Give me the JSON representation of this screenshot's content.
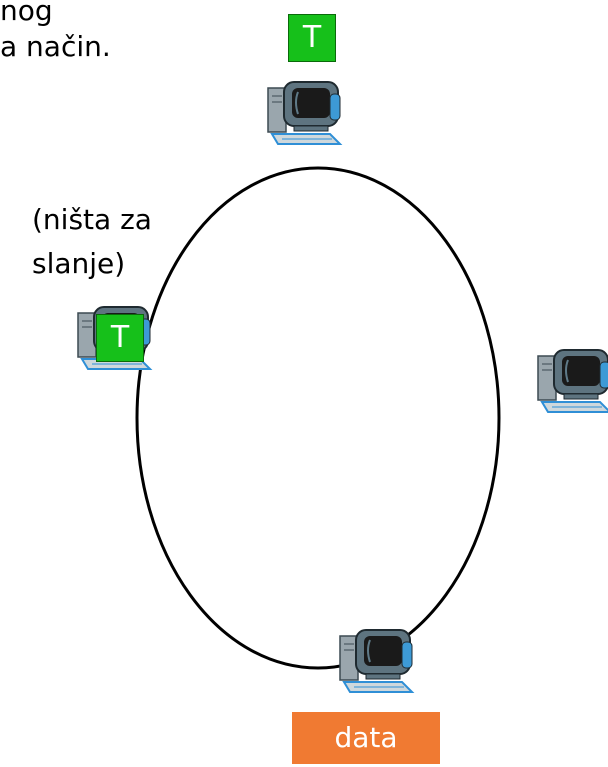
{
  "text": {
    "fragment_line1": "nog",
    "fragment_line2": "a način.",
    "idle_note_line1": "(ništa za",
    "idle_note_line2": "slanje)"
  },
  "tokens": {
    "top_label": "T",
    "left_label": "T"
  },
  "data_box": {
    "label": "data"
  },
  "colors": {
    "token": "#16c01a",
    "data_box": "#f07a32",
    "ring": "#000000",
    "monitor_frame": "#6b7f8a",
    "monitor_screen": "#1a1a1a",
    "tower": "#9aa6ad",
    "keyboard": "#2f8fd6"
  },
  "nodes": [
    "computer-top",
    "computer-left",
    "computer-right",
    "computer-bottom"
  ]
}
